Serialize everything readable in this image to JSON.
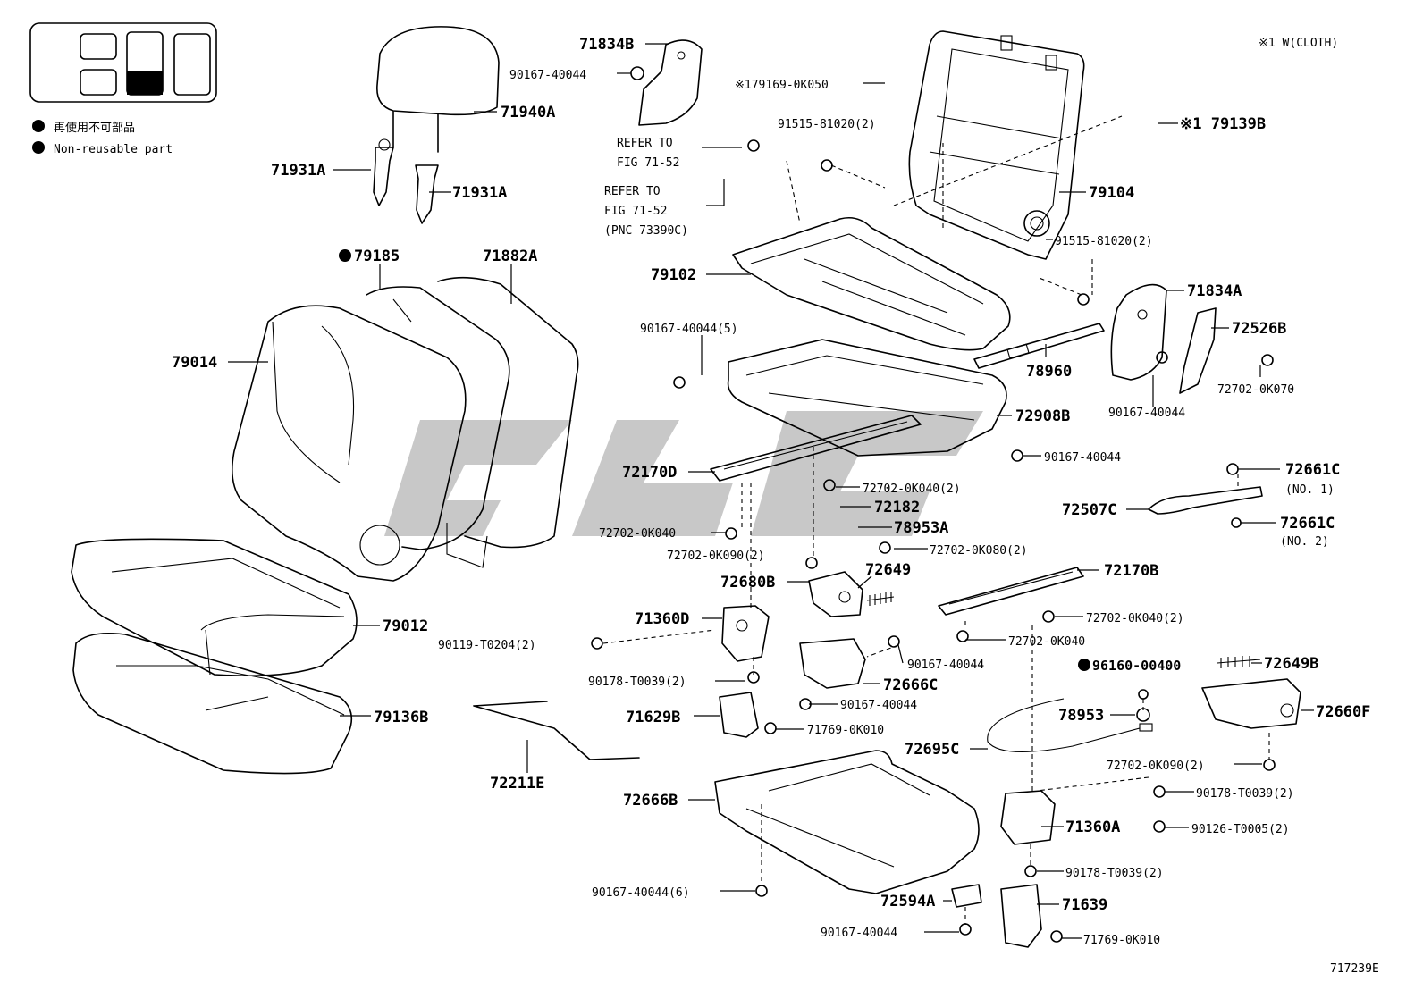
{
  "legend": {
    "items": [
      "再使用不可部品",
      "Non-reusable part"
    ]
  },
  "note": "※1 W(CLOTH)",
  "figure_id": "717239E",
  "labels": {
    "l71834B": "71834B",
    "l90167_a": "90167-40044",
    "l179169": "※179169-0K050",
    "l91515_a": "91515-81020(2)",
    "l79139B": "※1 79139B",
    "lRefer1a": "REFER TO",
    "lRefer1b": "FIG 71-52",
    "lRefer2a": "REFER TO",
    "lRefer2b": "FIG 71-52",
    "lRefer2c": "(PNC 73390C)",
    "l71940A": "71940A",
    "l71931A_1": "71931A",
    "l71931A_2": "71931A",
    "l79104": "79104",
    "l91515_b": "91515-81020(2)",
    "l79185": "79185",
    "l71882A": "71882A",
    "l79102": "79102",
    "l71834A": "71834A",
    "l90167_5": "90167-40044(5)",
    "l72526B": "72526B",
    "l79014": "79014",
    "l78960": "78960",
    "l72702_0K070": "72702-0K070",
    "l90167_b": "90167-40044",
    "l72908B": "72908B",
    "l90167_c": "90167-40044",
    "l72170D": "72170D",
    "l72702_0K040_2a": "72702-0K040(2)",
    "l72661C_1": "72661C",
    "l72661C_1n": "(NO. 1)",
    "l72182": "72182",
    "l72507C": "72507C",
    "l72702_0K040": "72702-0K040",
    "l78953A": "78953A",
    "l72661C_2": "72661C",
    "l72661C_2n": "(NO. 2)",
    "l72702_0K090_2": "72702-0K090(2)",
    "l72702_0K080_2": "72702-0K080(2)",
    "l72649": "72649",
    "l72170B": "72170B",
    "l72680B": "72680B",
    "l79012": "79012",
    "l71360D": "71360D",
    "l72702_0K040_2b": "72702-0K040(2)",
    "l90119": "90119-T0204(2)",
    "l72702_0K040_b": "72702-0K040",
    "l90167_d": "90167-40044",
    "l96160": "96160-00400",
    "l72649B": "72649B",
    "l90178_a": "90178-T0039(2)",
    "l72666C": "72666C",
    "l90167_e": "90167-40044",
    "l79136B": "79136B",
    "l71629B": "71629B",
    "l78953": "78953",
    "l72660F": "72660F",
    "l71769_a": "71769-0K010",
    "l72695C": "72695C",
    "l72702_0K090_2b": "72702-0K090(2)",
    "l72211E": "72211E",
    "l90178_b": "90178-T0039(2)",
    "l72666B": "72666B",
    "l71360A": "71360A",
    "l90126": "90126-T0005(2)",
    "l90178_c": "90178-T0039(2)",
    "l90167_6": "90167-40044(6)",
    "l72594A": "72594A",
    "l71639": "71639",
    "l90167_f": "90167-40044",
    "l71769_b": "71769-0K010"
  }
}
